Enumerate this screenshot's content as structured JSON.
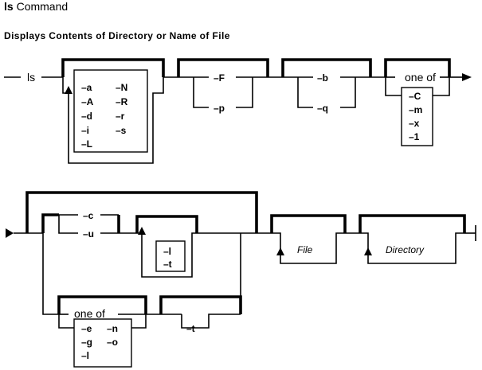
{
  "header": {
    "command": "ls",
    "command_suffix": "Command",
    "subtitle": "Displays Contents of Directory or Name of File"
  },
  "diagram": {
    "start_label": "ls",
    "row1": {
      "repeat_group": {
        "col1": [
          "–a",
          "–A",
          "–d",
          "–i",
          "–L"
        ],
        "col2": [
          "–N",
          "–R",
          "–r",
          "–s"
        ]
      },
      "group_fp": [
        "–F",
        "–p"
      ],
      "group_bq": [
        "–b",
        "–q"
      ],
      "one_of": {
        "label": "one of",
        "items": [
          "–C",
          "–m",
          "–x",
          "–1"
        ]
      }
    },
    "row2": {
      "group_cu": [
        "–c",
        "–u"
      ],
      "repeat_lt": [
        "–l",
        "–t"
      ],
      "one_of": {
        "label": "one of",
        "col1": [
          "–e",
          "–g",
          "–l"
        ],
        "col2": [
          "–n",
          "–o"
        ]
      },
      "option_t": "–t",
      "file": "File",
      "directory": "Directory"
    }
  }
}
